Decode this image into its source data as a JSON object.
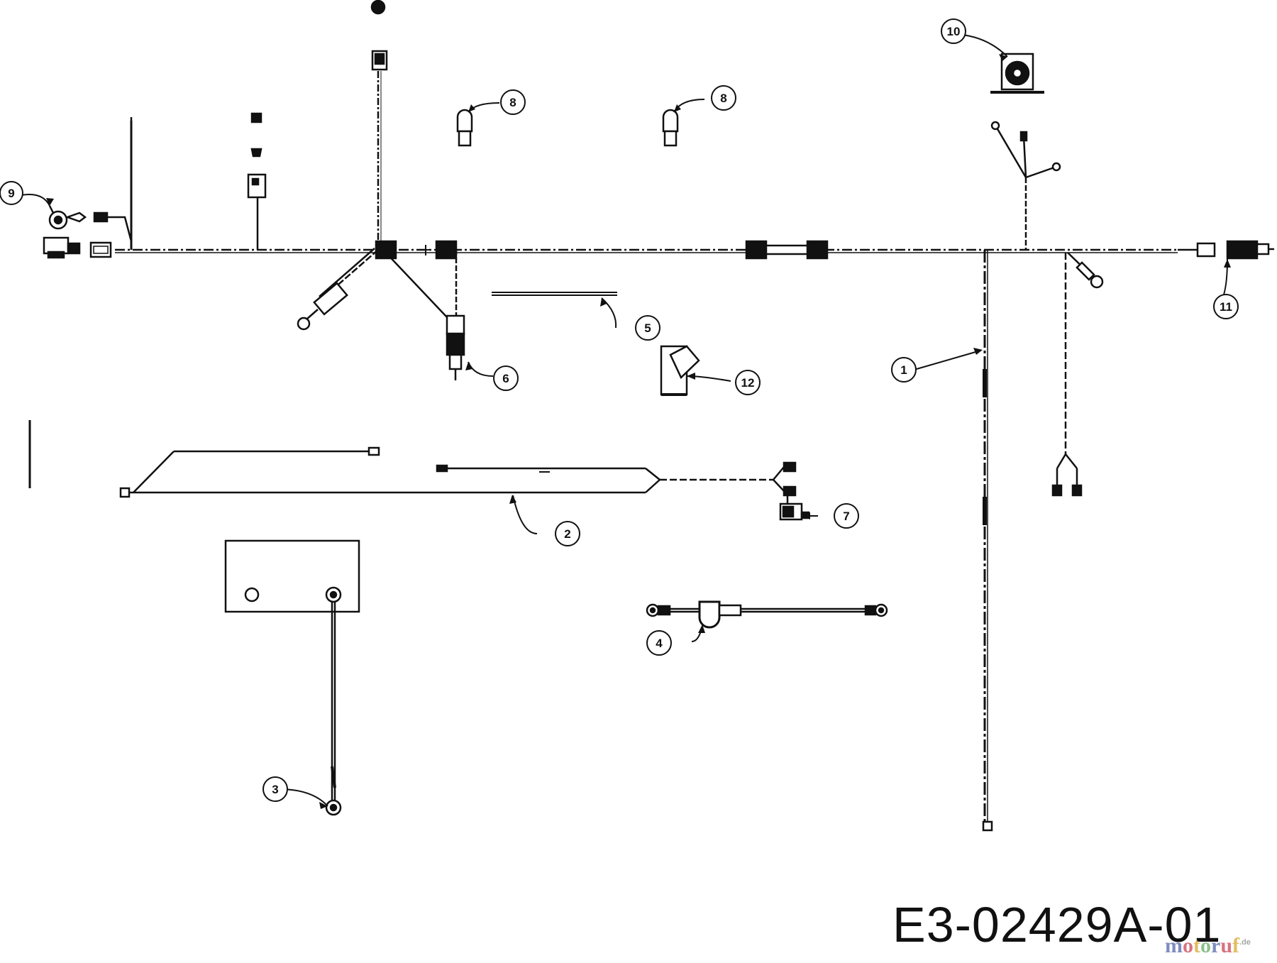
{
  "diagram": {
    "callouts": [
      {
        "id": "callout-1",
        "label": "1"
      },
      {
        "id": "callout-2",
        "label": "2"
      },
      {
        "id": "callout-3",
        "label": "3"
      },
      {
        "id": "callout-4",
        "label": "4"
      },
      {
        "id": "callout-5",
        "label": "5"
      },
      {
        "id": "callout-6",
        "label": "6"
      },
      {
        "id": "callout-7",
        "label": "7"
      },
      {
        "id": "callout-8a",
        "label": "8"
      },
      {
        "id": "callout-8b",
        "label": "8"
      },
      {
        "id": "callout-9",
        "label": "9"
      },
      {
        "id": "callout-10",
        "label": "10"
      },
      {
        "id": "callout-11",
        "label": "11"
      },
      {
        "id": "callout-12",
        "label": "12"
      }
    ],
    "drawing_code": "E3-02429A-01",
    "watermark": {
      "parts": [
        "m",
        "o",
        "t",
        "o",
        "r",
        "u",
        "f"
      ],
      "suffix": ".de"
    }
  }
}
